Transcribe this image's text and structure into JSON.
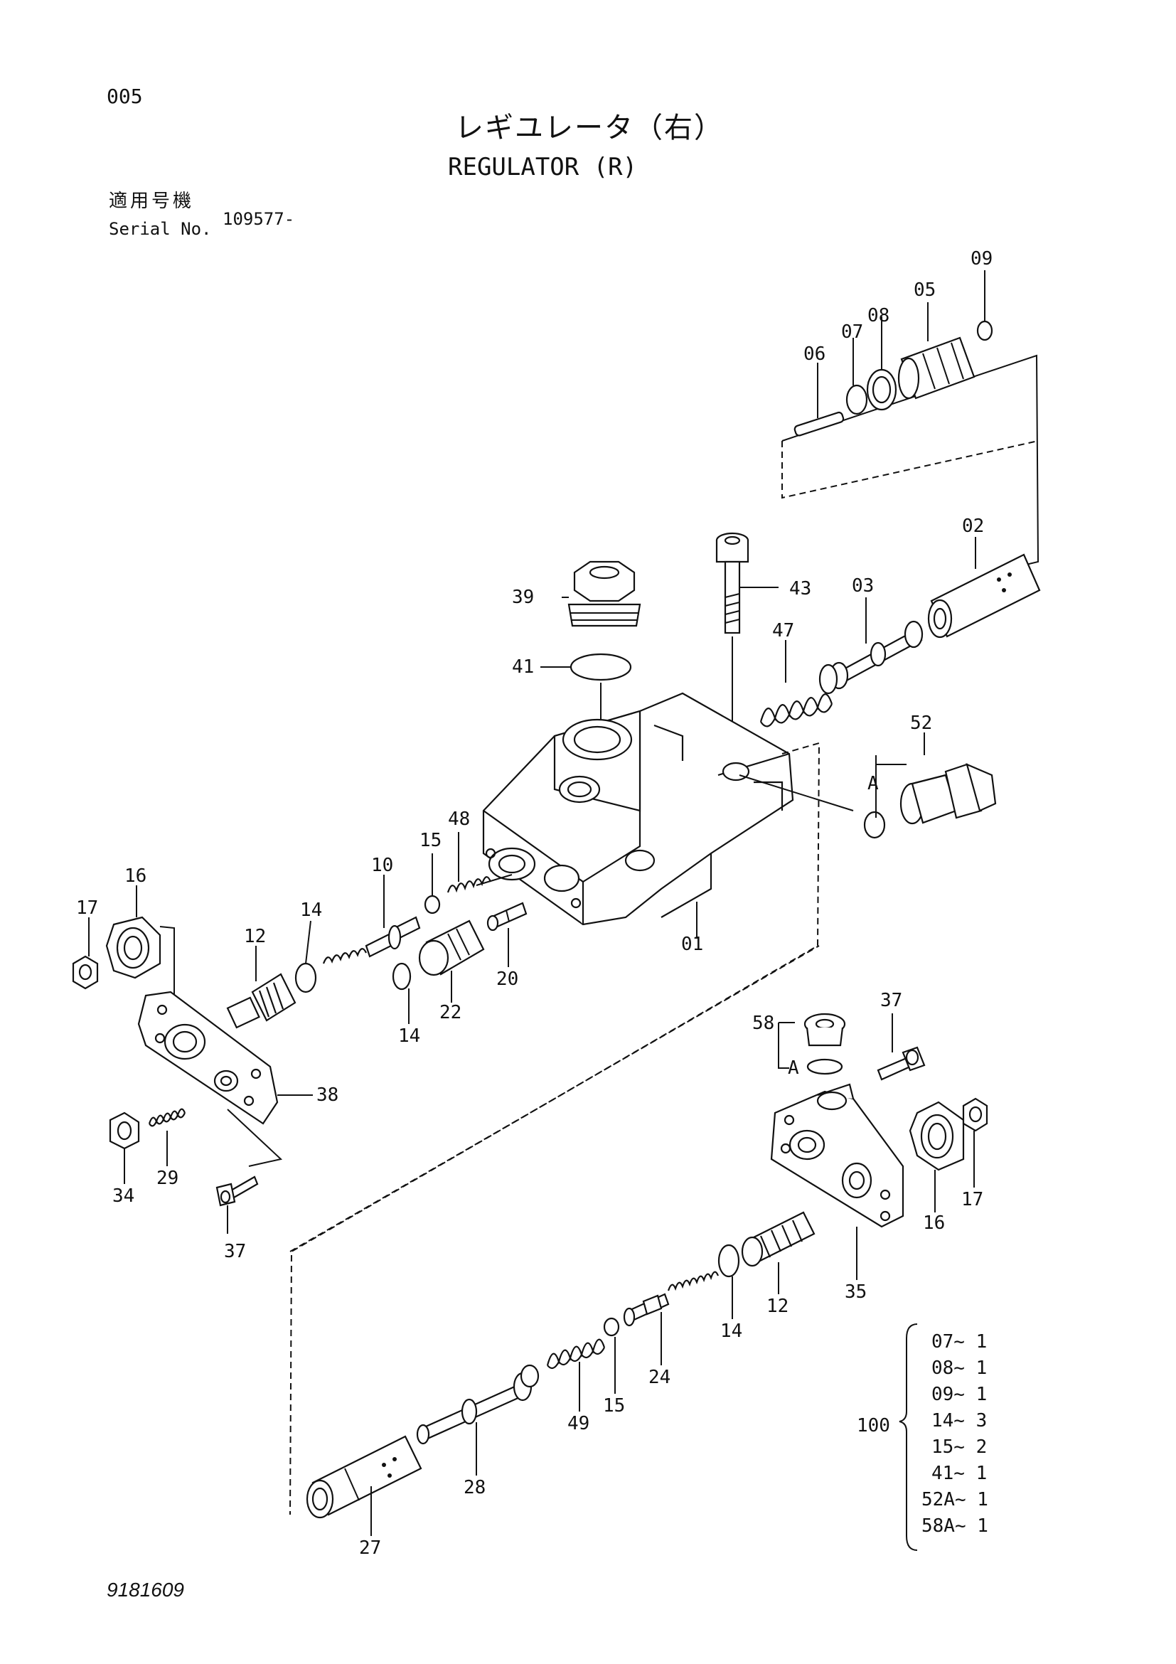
{
  "header": {
    "page_number": "005",
    "title_jp": "レギユレータ（右）",
    "title_en": "REGULATOR (R)",
    "serial_label_jp": "適用号機",
    "serial_label_en": "Serial No.",
    "serial_value": "109577-"
  },
  "callouts": [
    "09",
    "05",
    "07",
    "08",
    "06",
    "02",
    "43",
    "03",
    "39",
    "41",
    "47",
    "52",
    "A",
    "15",
    "48",
    "10",
    "01",
    "16",
    "17",
    "14",
    "12",
    "20",
    "22",
    "14",
    "38",
    "29",
    "34",
    "37",
    "58",
    "A",
    "37",
    "17",
    "16",
    "35",
    "12",
    "14",
    "24",
    "15",
    "49",
    "28",
    "27"
  ],
  "kit": {
    "label": "100",
    "items": [
      "07~ 1",
      "08~ 1",
      "09~ 1",
      "14~ 3",
      "15~ 2",
      "41~ 1",
      "52A~ 1",
      "58A~ 1"
    ]
  },
  "footer": {
    "doc_number": "9181609"
  }
}
